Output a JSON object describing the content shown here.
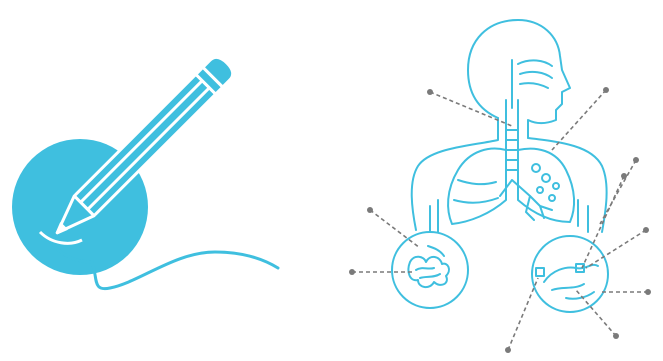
{
  "colors": {
    "accent": "#3fbfdf",
    "line_dark": "#222222",
    "pointer": "#7a7a7a",
    "background": "#ffffff"
  },
  "icons": {
    "left": "pencil-drawing-icon",
    "right": "respiratory-system-anatomy-icon"
  },
  "anatomy": {
    "callout_count": 10,
    "magnified_regions": [
      "lower-left-lung-detail",
      "lower-right-lung-detail"
    ]
  }
}
